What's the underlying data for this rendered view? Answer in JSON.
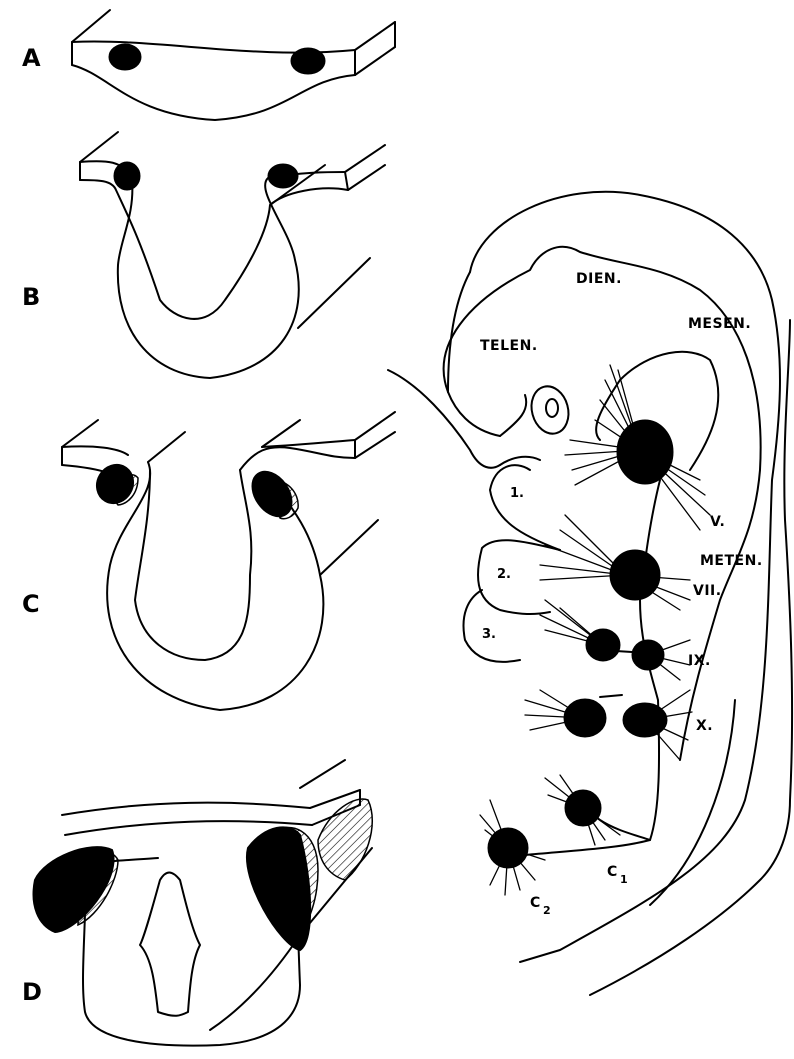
{
  "panels": {
    "a": "A",
    "b": "B",
    "c": "C",
    "d": "D"
  },
  "brain_regions": {
    "dien": "DIEN.",
    "telen": "TELEN.",
    "mesen": "MESEN.",
    "meten": "METEN."
  },
  "arches": {
    "first": "1.",
    "second": "2.",
    "third": "3."
  },
  "nerves": {
    "v": "V.",
    "vii": "VII.",
    "ix": "IX.",
    "x": "X."
  },
  "cervical": {
    "c1_letter": "C",
    "c1_sub": "1",
    "c2_letter": "C",
    "c2_sub": "2"
  }
}
